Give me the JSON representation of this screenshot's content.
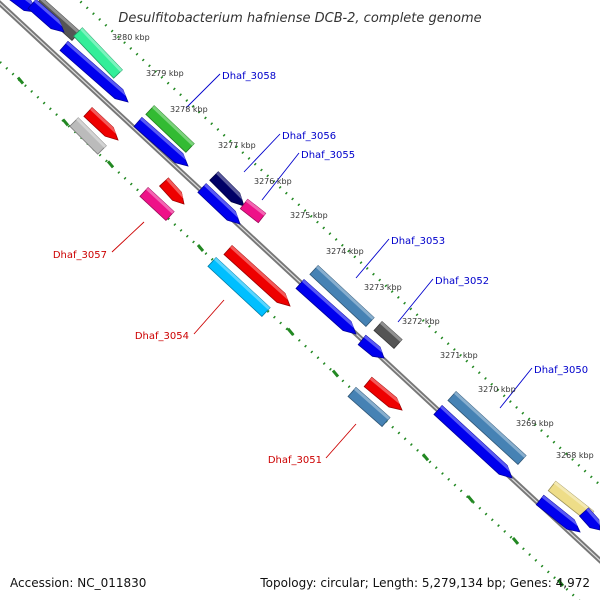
{
  "title": "Desulfitobacterium hafniense DCB-2, complete genome",
  "footer": {
    "accession": "Accession: NC_011830",
    "topology": "Topology: circular; Length: 5,279,134 bp; Genes: 4,972"
  },
  "kbp_ticks": [
    "3280 kbp",
    "3279 kbp",
    "3278 kbp",
    "3277 kbp",
    "3276 kbp",
    "3275 kbp",
    "3274 kbp",
    "3273 kbp",
    "3272 kbp",
    "3271 kbp",
    "3270 kbp",
    "3269 kbp",
    "3268 kbp"
  ],
  "labels": [
    {
      "text": "Dhaf_3058",
      "color": "#0000cc"
    },
    {
      "text": "Dhaf_3056",
      "color": "#0000cc"
    },
    {
      "text": "Dhaf_3055",
      "color": "#0000cc"
    },
    {
      "text": "Dhaf_3053",
      "color": "#0000cc"
    },
    {
      "text": "Dhaf_3052",
      "color": "#0000cc"
    },
    {
      "text": "Dhaf_3050",
      "color": "#0000cc"
    },
    {
      "text": "Dhaf_3057",
      "color": "#cc0000"
    },
    {
      "text": "Dhaf_3054",
      "color": "#cc0000"
    },
    {
      "text": "Dhaf_3051",
      "color": "#cc0000"
    }
  ],
  "colors": {
    "backbone": "#777777",
    "tick": "#228822",
    "blue": "#0000ee",
    "red": "#ee0000",
    "steelblue": "#4682b4",
    "cyan": "#00bfff",
    "green": "#33bb33",
    "springgreen": "#33ee99",
    "navy": "#000066",
    "magenta": "#ee1188",
    "gray": "#555555",
    "lightgray": "#bbbbbb",
    "khaki": "#eedd88"
  }
}
